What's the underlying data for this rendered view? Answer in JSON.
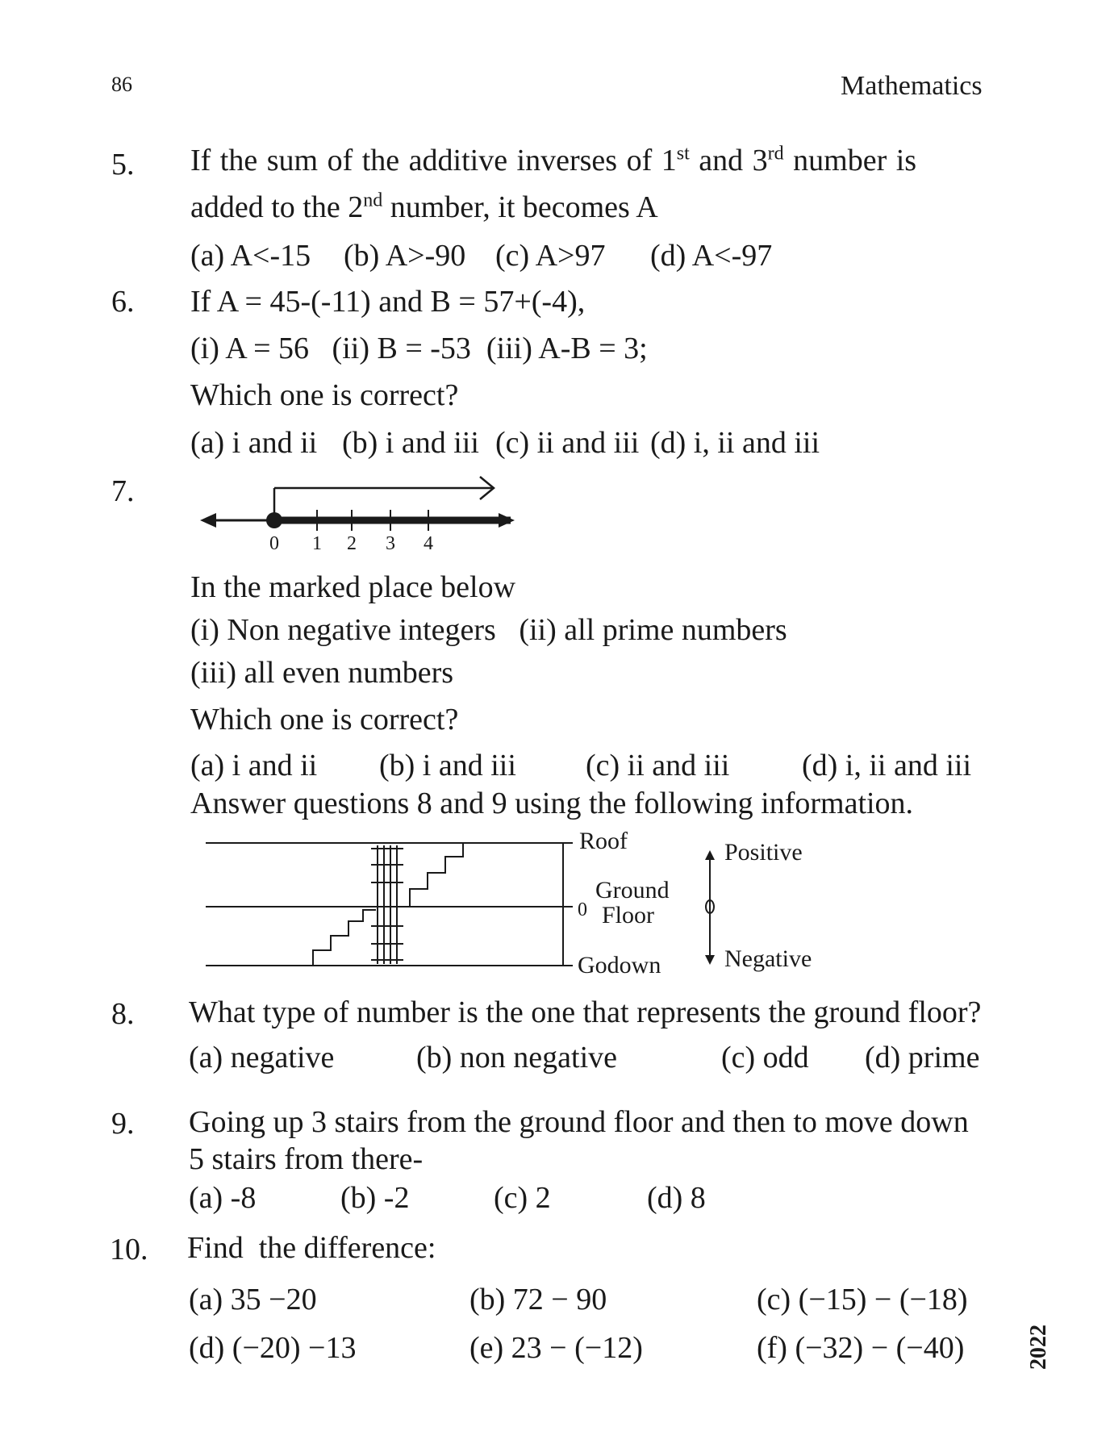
{
  "header": {
    "page_number": "86",
    "subject": "Mathematics"
  },
  "year_side": "2022",
  "q5": {
    "num": "5.",
    "line1_a": "If the sum of the additive inverses of ",
    "line1_first": "1",
    "line1_first_sup": "st",
    "line1_and": " and ",
    "line1_third": "3",
    "line1_third_sup": "rd",
    "line1_end": " number is",
    "line2_a": "added to the ",
    "line2_second": "2",
    "line2_second_sup": "nd",
    "line2_end": " number, it becomes A",
    "options": [
      "(a) A<-15",
      "(b) A>-90",
      "(c) A>97",
      "(d) A<-97"
    ]
  },
  "q6": {
    "num": "6.",
    "line1": "If A = 45-(-11) and B = 57+(-4),",
    "line2": "(i) A = 56   (ii) B = -53  (iii) A-B = 3;",
    "question": "Which one is correct?",
    "options": [
      "(a) i and ii",
      "(b) i and iii",
      "(c) ii and iii",
      "(d) i, ii and iii"
    ]
  },
  "q7": {
    "num": "7.",
    "number_line_ticks": [
      "0",
      "1",
      "2",
      "3",
      "4"
    ],
    "line1": "In the marked place below",
    "line2": "(i) Non negative integers   (ii) all prime numbers",
    "line3": "(iii) all even numbers",
    "question": "Which one is correct?",
    "options": [
      "(a) i and ii",
      "(b) i and iii",
      "(c) ii and iii",
      "(d) i, ii and iii"
    ]
  },
  "info_line": "Answer questions 8 and 9 using the following information.",
  "diagram": {
    "roof": "Roof",
    "ground": "Ground",
    "floor": "Floor",
    "zero": "0",
    "godown": "Godown",
    "positive": "Positive",
    "negative": "Negative"
  },
  "q8": {
    "num": "8.",
    "line1": "What type of number is the one that represents the ground floor?",
    "options": [
      "(a) negative",
      "(b) non negative",
      "(c) odd",
      "(d) prime"
    ]
  },
  "q9": {
    "num": "9.",
    "line1": "Going up 3 stairs from the ground floor and then to move down",
    "line2": "5 stairs from there-",
    "options": [
      "(a) -8",
      "(b) -2",
      "(c) 2",
      "(d) 8"
    ]
  },
  "q10": {
    "num": "10.",
    "line1": "Find  the difference:",
    "options": [
      "(a) 35 −20",
      "(b) 72 − 90",
      "(c) (−15) − (−18)",
      "(d) (−20) −13",
      "(e) 23 − (−12)",
      "(f) (−32) − (−40)"
    ]
  }
}
